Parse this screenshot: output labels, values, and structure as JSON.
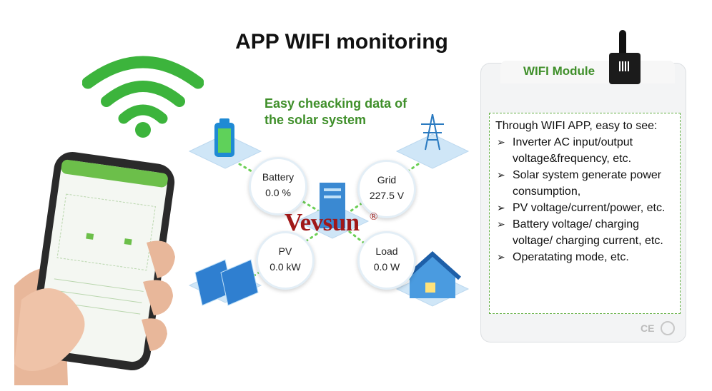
{
  "title": "APP WIFI monitoring",
  "subtitle": "Easy cheacking data of the solar system",
  "brand": {
    "name": "Vevsun",
    "mark": "®"
  },
  "diagram": {
    "battery": {
      "label": "Battery",
      "value": "0.0 %"
    },
    "grid": {
      "label": "Grid",
      "value": "227.5 V"
    },
    "pv": {
      "label": "PV",
      "value": "0.0 kW"
    },
    "load": {
      "label": "Load",
      "value": "0.0 W"
    }
  },
  "module": {
    "label": "WIFI Module",
    "intro": "Through WIFI APP, easy to see:",
    "items": [
      "Inverter AC input/output voltage&frequency, etc.",
      "Solar system generate power consumption,",
      "PV voltage/current/power, etc.",
      "Battery voltage/ charging voltage/ charging current, etc.",
      "Operatating mode, etc."
    ],
    "cert": "CE"
  },
  "colors": {
    "accent": "#3f8f2a",
    "brand": "#a01818",
    "wifi": "#3cb43c"
  }
}
